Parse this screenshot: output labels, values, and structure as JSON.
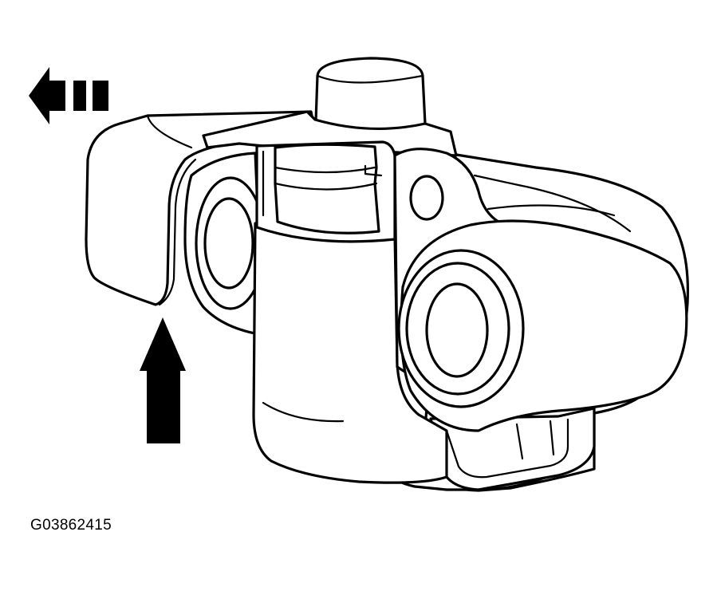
{
  "figure": {
    "code": "G03862415",
    "stroke_color": "#000000",
    "background_color": "#ffffff",
    "arrows": [
      {
        "icon": "left-arrow-dashed-icon",
        "direction": "left"
      },
      {
        "icon": "up-arrow-icon",
        "direction": "up"
      }
    ]
  }
}
